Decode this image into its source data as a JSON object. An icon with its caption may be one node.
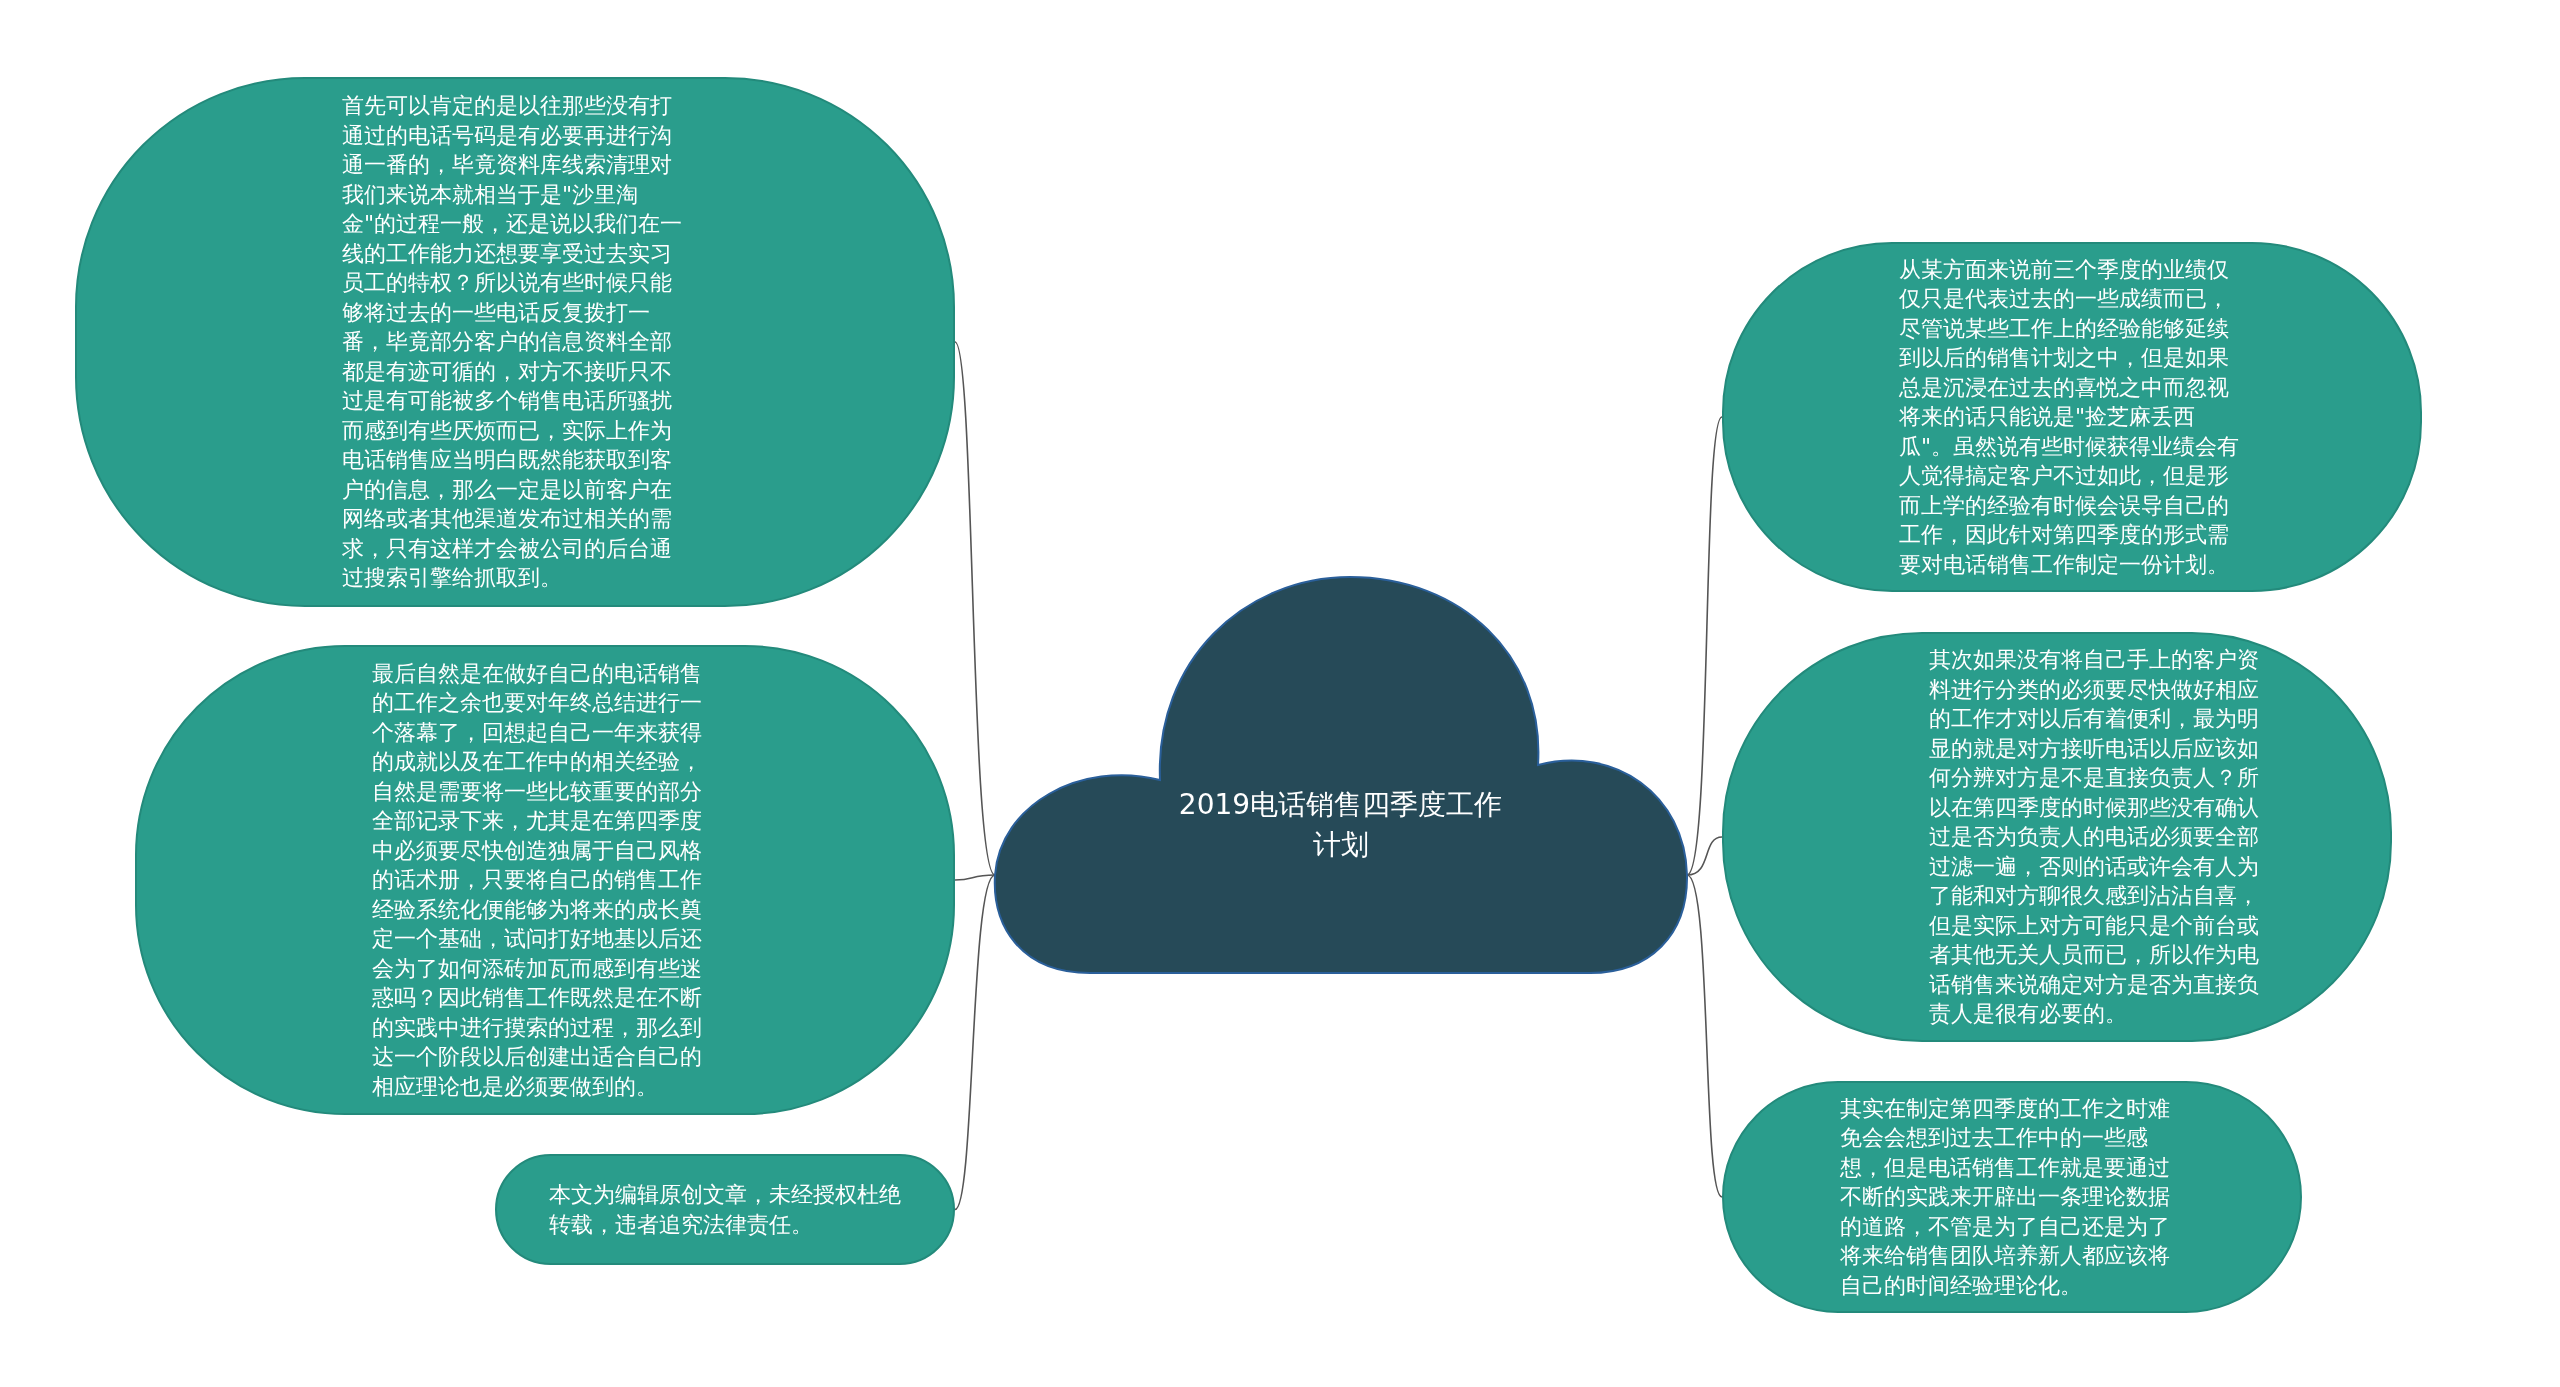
{
  "diagram": {
    "nodes": [
      {
        "text": [
          "2019电话销售四季度工作计划"
        ]
      },
      {
        "text": [
          "首先可以肯定的是以往那些没有打通过的电话号码是有必要再进行沟通一番的，毕竟资料库线索清理对我们来说本就相当于是\"沙里淘金\"的过程一般，还是说以我们在一线的工作能力还想要享受过去实习员工的特权？所以说有些时候只能够将过去的一些电话反复拨打一番，毕竟部分客户的信息资料全部都是有迹可循的，对方不接听只不过是有可能被多个销售电话所骚扰而感到有些厌烦而已，实际上作为电话销售应当明白既然能获取到客户的信息，那么一定是以前客户在网络或者其他渠道发布过相关的需求，只有这样才会被公司的后台通过搜索引擎给抓取到。"
        ]
      },
      {
        "text": [
          "最后自然是在做好自己的电话销售的工作之余也要对年终总结进行一个落幕了，回想起自己一年来获得的成就以及在工作中的相关经验，自然是需要将一些比较重要的部分全部记录下来，尤其是在第四季度中必须要尽快创造独属于自己风格的话术册，只要将自己的销售工作经验系统化便能够为将来的成长奠定一个基础，试问打好地基以后还会为了如何添砖加瓦而感到有些迷惑吗？因此销售工作既然是在不断的实践中进行摸索的过程，那么到达一个阶段以后创建出适合自己的相应理论也是必须要做到的。"
        ]
      },
      {
        "text": [
          "本文为编辑原创文章，未经授权杜绝转载，违者追究法律责任。"
        ]
      },
      {
        "text": [
          "从某方面来说前三个季度的业绩仅仅只是代表过去的一些成绩而已，尽管说某些工作上的经验能够延续到以后的销售计划之中，但是如果总是沉浸在过去的喜悦之中而忽视将来的话只能说是\"捡芝麻丢西瓜\"。虽然说有些时候获得业绩会有人觉得搞定客户不过如此，但是形而上学的经验有时候会误导自己的工作，因此针对第四季度的形式需要对电话销售工作制定一份计划。"
        ]
      },
      {
        "text": [
          "其次如果没有将自己手上的客户资料进行分类的必须要尽快做好相应的工作才对以后有着便利，最为明显的就是对方接听电话以后应该如何分辨对方是不是直接负责人？所以在第四季度的时候那些没有确认过是否为负责人的电话必须要全部过滤一遍，否则的话或许会有人为了能和对方聊很久感到沾沾自喜，但是实际上对方可能只是个前台或者其他无关人员而已，所以作为电话销售来说确定对方是否为直接负责人是很有必要的。"
        ]
      },
      {
        "text": [
          "其实在制定第四季度的工作之时难免会会想到过去工作中的一些感想，但是电话销售工作就是要通过不断的实践来开辟出一条理论数据的道路，不管是为了自己还是为了将来给销售团队培养新人都应该将自己的时间经验理论化。"
        ]
      }
    ],
    "edges": [
      {
        "from": 0,
        "to": 1,
        "arrow": "none"
      },
      {
        "from": 0,
        "to": 2,
        "arrow": "none"
      },
      {
        "from": 0,
        "to": 3,
        "arrow": "none"
      },
      {
        "from": 0,
        "to": 4,
        "arrow": "none"
      },
      {
        "from": 0,
        "to": 5,
        "arrow": "none"
      },
      {
        "from": 0,
        "to": 6,
        "arrow": "none"
      }
    ]
  }
}
